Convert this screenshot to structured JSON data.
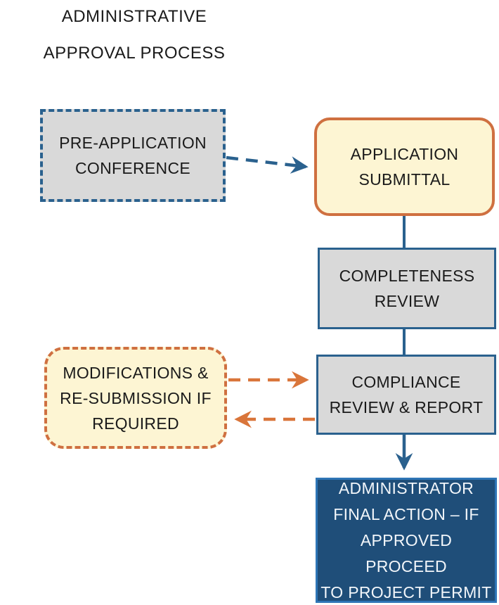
{
  "title": {
    "lines": [
      "ADMINISTRATIVE",
      "APPROVAL PROCESS"
    ]
  },
  "nodes": {
    "pre_application_conference": {
      "lines": [
        "PRE-APPLICATION",
        "CONFERENCE"
      ],
      "shape": "rectangle",
      "style": "gray-fill blue-dashed-border"
    },
    "application_submittal": {
      "lines": [
        "APPLICATION",
        "SUBMITTAL"
      ],
      "shape": "rounded-rectangle",
      "style": "cream-fill orange-solid-border"
    },
    "completeness_review": {
      "lines": [
        "COMPLETENESS",
        "REVIEW"
      ],
      "shape": "rectangle",
      "style": "gray-fill blue-solid-border"
    },
    "modifications_resubmission": {
      "lines": [
        "MODIFICATIONS &",
        "RE-SUBMISSION IF",
        "REQUIRED"
      ],
      "shape": "rounded-rectangle",
      "style": "cream-fill orange-dashed-border"
    },
    "compliance_review_report": {
      "lines": [
        "COMPLIANCE",
        "REVIEW & REPORT"
      ],
      "shape": "rectangle",
      "style": "gray-fill blue-solid-border"
    },
    "administrator_final_action": {
      "lines": [
        "ADMINISTRATOR",
        "FINAL ACTION – IF",
        "APPROVED PROCEED",
        "TO PROJECT PERMIT"
      ],
      "shape": "rectangle",
      "style": "navy-fill white-text"
    }
  },
  "connectors": [
    {
      "from": "pre_application_conference",
      "to": "application_submittal",
      "style": "dashed",
      "color": "blue",
      "arrowhead": true
    },
    {
      "from": "application_submittal",
      "to": "completeness_review",
      "style": "solid",
      "color": "blue",
      "arrowhead": false
    },
    {
      "from": "completeness_review",
      "to": "compliance_review_report",
      "style": "solid",
      "color": "blue",
      "arrowhead": false
    },
    {
      "from": "compliance_review_report",
      "to": "administrator_final_action",
      "style": "solid",
      "color": "blue",
      "arrowhead": true
    },
    {
      "from": "modifications_resubmission",
      "to": "compliance_review_report",
      "style": "dashed",
      "color": "orange",
      "arrowhead": true
    },
    {
      "from": "compliance_review_report",
      "to": "modifications_resubmission",
      "style": "dashed",
      "color": "orange",
      "arrowhead": true
    }
  ],
  "colors": {
    "box_gray": "#d9d9d9",
    "box_cream": "#fdf5d3",
    "box_navy": "#1f4e79",
    "border_blue": "#2a618e",
    "border_orange": "#cf7040",
    "border_navy_light": "#2e75b6",
    "line_blue": "#2a618e",
    "line_orange": "#d9753a",
    "text_dark": "#1a1a1a",
    "text_light": "#f2f6fa"
  }
}
